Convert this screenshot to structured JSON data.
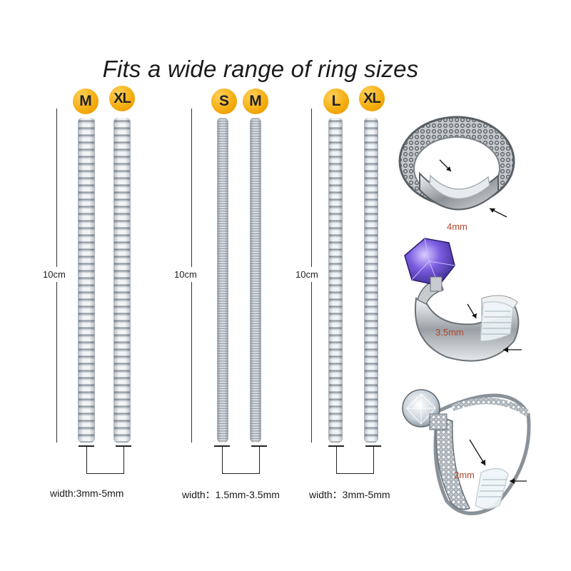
{
  "headline": "Fits a wide range of ring sizes",
  "groups": [
    {
      "badges": [
        "M",
        "XL"
      ],
      "length": "10cm",
      "width": "width:3mm-5mm"
    },
    {
      "badges": [
        "S",
        "M"
      ],
      "length": "10cm",
      "width": "width：1.5mm-3.5mm"
    },
    {
      "badges": [
        "L",
        "XL"
      ],
      "length": "10cm",
      "width": "width：3mm-5mm"
    }
  ],
  "rings": [
    {
      "label": "4mm"
    },
    {
      "label": "3.5mm"
    },
    {
      "label": "2mm"
    }
  ],
  "colors": {
    "badge": "#f2a500",
    "annotation": "#b3462c",
    "gem": "#7b5ce0"
  }
}
